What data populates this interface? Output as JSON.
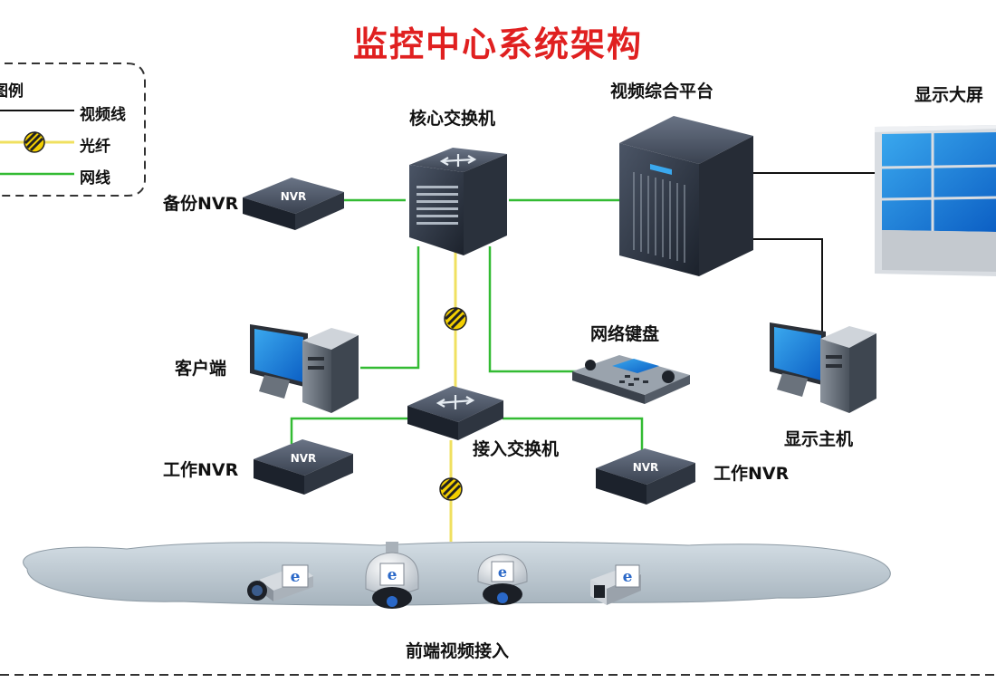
{
  "title": "监控中心系统架构",
  "legend": {
    "header": "图例",
    "items": [
      {
        "label": "视频线",
        "color": "#111111"
      },
      {
        "label": "光纤",
        "color": "#f0e060"
      },
      {
        "label": "网线",
        "color": "#33bb33"
      }
    ]
  },
  "nodes": {
    "core_switch": "核心交换机",
    "video_platform": "视频综合平台",
    "big_screen": "显示大屏",
    "backup_nvr": "备份NVR",
    "client": "客户端",
    "net_keyboard": "网络键盘",
    "display_host": "显示主机",
    "access_switch": "接入交换机",
    "work_nvr_left": "工作NVR",
    "work_nvr_right": "工作NVR",
    "front_end": "前端视频接入"
  },
  "device_text": {
    "nvr": "NVR"
  },
  "colors": {
    "title": "#e02020",
    "video_line": "#111111",
    "fiber": "#f0e060",
    "network": "#33bb33"
  }
}
